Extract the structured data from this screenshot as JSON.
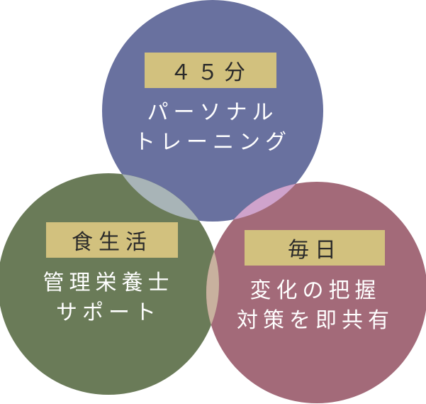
{
  "colors": {
    "blue_circle": "#69719f",
    "green_circle": "#6a7b58",
    "red_circle": "#a36a79",
    "overlap_blue_green": "#a8b4b7",
    "overlap_blue_red": "#cfa3cc",
    "overlap_green_red": "#c8b19e",
    "tag_background": "#d2c17e"
  },
  "circles": {
    "top": {
      "tag": "４５分",
      "lines": [
        "パーソナル",
        "トレーニング"
      ]
    },
    "left": {
      "tag": "食生活",
      "lines": [
        "管理栄養士",
        "サポート"
      ]
    },
    "right": {
      "tag": "毎日",
      "lines": [
        "変化の把握",
        "対策を即共有"
      ]
    }
  }
}
